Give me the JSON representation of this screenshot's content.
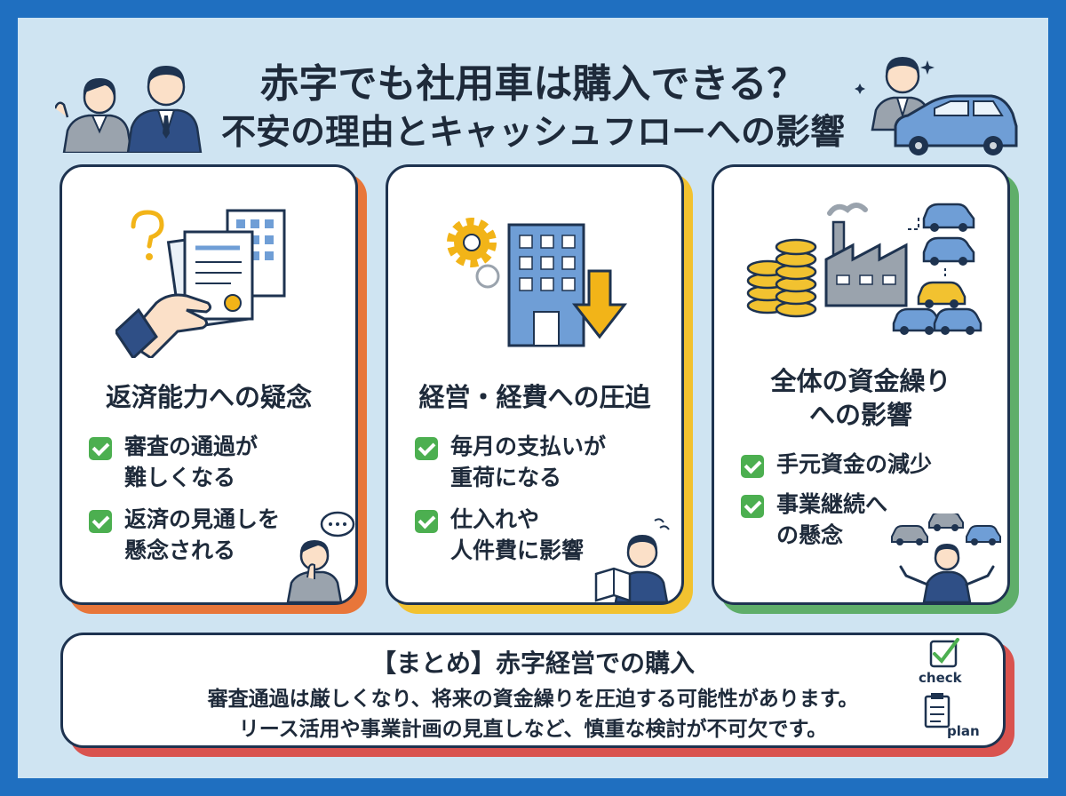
{
  "header": {
    "title_line1": "赤字でも社用車は購入できる？",
    "title_line2": "不安の理由とキャッシュフローへの影響"
  },
  "cards": [
    {
      "title": "返済能力への疑念",
      "items": [
        "審査の通過が\n難しくなる",
        "返済の見通しを\n懸念される"
      ],
      "accent": "#e8763a"
    },
    {
      "title": "経営・経費への圧迫",
      "items": [
        "毎月の支払いが\n重荷になる",
        "仕入れや\n人件費に影響"
      ],
      "accent": "#f2c230"
    },
    {
      "title": "全体の資金繰り\nへの影響",
      "items": [
        "手元資金の減少",
        "事業継続へ\nの懸念"
      ],
      "accent": "#5fae6a"
    }
  ],
  "summary": {
    "title": "【まとめ】赤字経営での購入",
    "line1": "審査通過は厳しくなり、将来の資金繰りを圧迫する可能性があります。",
    "line2": "リース活用や事業計画の見直しなど、慎重な検討が不可欠です。",
    "accent": "#d9534f",
    "check_label": "check",
    "plan_label": "plan"
  },
  "icons": [
    "question-icon",
    "document-icon",
    "hand-icon",
    "building-icon",
    "gear-icon",
    "down-arrow-icon",
    "coins-icon",
    "factory-icon",
    "car-icon",
    "check-icon",
    "speech-bubble-icon",
    "clipboard-icon"
  ],
  "colors": {
    "frame": "#1f6fc0",
    "background": "#cfe4f2",
    "check_green": "#4caf50",
    "ink": "#1e3350"
  }
}
